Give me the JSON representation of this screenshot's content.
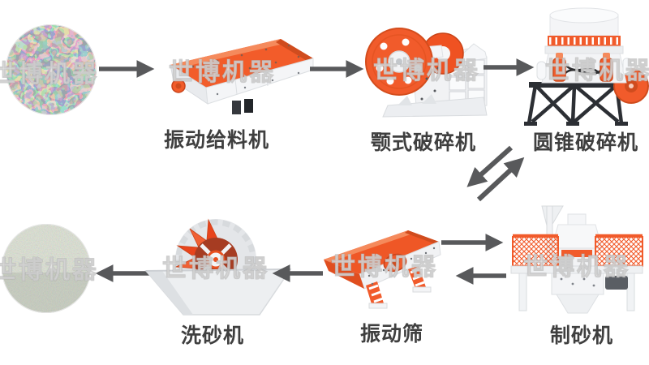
{
  "diagram_type": "process-flow",
  "watermark": {
    "text": "世博机器"
  },
  "colors": {
    "background": "#ffffff",
    "arrow": "#58595b",
    "label_text": "#3f3f3f",
    "machine_orange": "#f15b2b",
    "machine_orange_dark": "#d04c1e",
    "machine_light": "#f2f3f5",
    "stand_dark": "#2c2f34"
  },
  "flow_stages": {
    "raw_material": {
      "icon": "pebbles-photo",
      "label": ""
    },
    "vibrating_feeder": {
      "label": "振动给料机"
    },
    "jaw_crusher": {
      "label": "颚式破碎机"
    },
    "cone_crusher": {
      "label": "圆锥破碎机"
    },
    "sand_maker": {
      "label": "制砂机"
    },
    "vibrating_screen": {
      "label": "振动筛"
    },
    "sand_washer": {
      "label": "洗砂机"
    },
    "finished_sand": {
      "icon": "sand-photo",
      "label": ""
    }
  },
  "connections": [
    {
      "from": "raw_material",
      "to": "vibrating_feeder",
      "direction": "right"
    },
    {
      "from": "vibrating_feeder",
      "to": "jaw_crusher",
      "direction": "right"
    },
    {
      "from": "jaw_crusher",
      "to": "cone_crusher",
      "direction": "right"
    },
    {
      "from": "cone_crusher",
      "to": "vibrating_screen",
      "direction": "down-left"
    },
    {
      "from": "vibrating_screen",
      "to": "cone_crusher",
      "direction": "up-right"
    },
    {
      "from": "vibrating_screen",
      "to": "sand_maker",
      "direction": "right"
    },
    {
      "from": "sand_maker",
      "to": "vibrating_screen",
      "direction": "left"
    },
    {
      "from": "vibrating_screen",
      "to": "sand_washer",
      "direction": "left"
    },
    {
      "from": "sand_washer",
      "to": "finished_sand",
      "direction": "left"
    }
  ]
}
